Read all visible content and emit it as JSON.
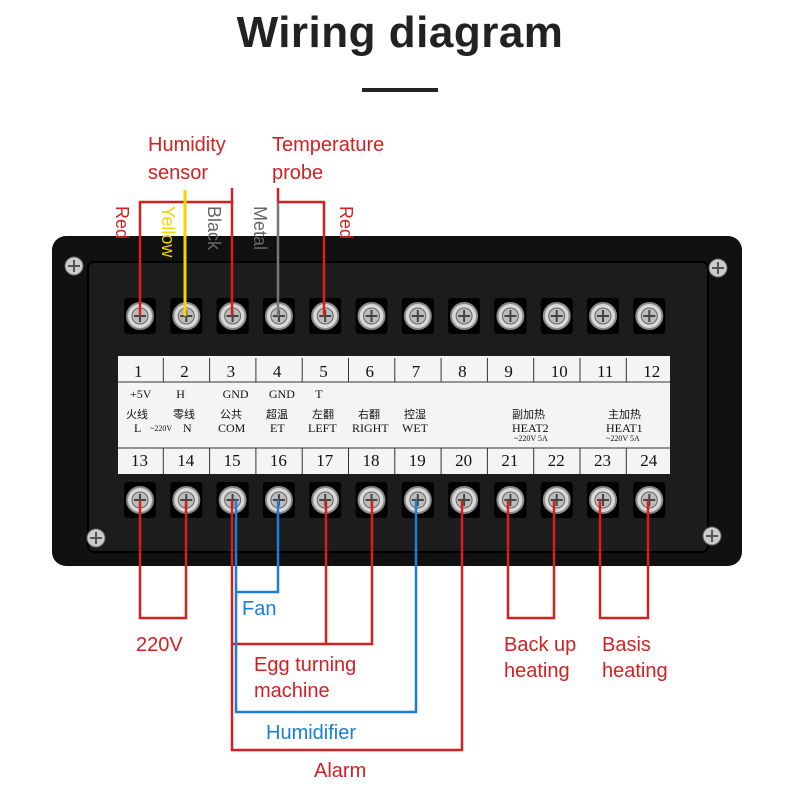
{
  "title": "Wiring diagram",
  "colors": {
    "wire_red": "#d42020",
    "wire_blue": "#1a7fd6",
    "wire_yellow": "#f2d600",
    "wire_gray": "#777777",
    "panel": "#111111"
  },
  "top_labels": {
    "humidity_sensor_line1": "Humidity",
    "humidity_sensor_line2": "sensor",
    "temperature_probe_line1": "Temperature",
    "temperature_probe_line2": "probe"
  },
  "wire_colors_text": {
    "red1": "Red",
    "yellow": "Yellow",
    "black": "Black",
    "metal": "Metal",
    "red2": "Red"
  },
  "top_terminals": [
    {
      "num": "1",
      "sig": "+5V"
    },
    {
      "num": "2",
      "sig": "H"
    },
    {
      "num": "3",
      "sig": "GND"
    },
    {
      "num": "4",
      "sig": "GND"
    },
    {
      "num": "5",
      "sig": "T"
    },
    {
      "num": "6",
      "sig": ""
    },
    {
      "num": "7",
      "sig": ""
    },
    {
      "num": "8",
      "sig": ""
    },
    {
      "num": "9",
      "sig": ""
    },
    {
      "num": "10",
      "sig": ""
    },
    {
      "num": "11",
      "sig": ""
    },
    {
      "num": "12",
      "sig": ""
    }
  ],
  "bottom_terminals": [
    {
      "num": "13"
    },
    {
      "num": "14"
    },
    {
      "num": "15"
    },
    {
      "num": "16"
    },
    {
      "num": "17"
    },
    {
      "num": "18"
    },
    {
      "num": "19"
    },
    {
      "num": "20"
    },
    {
      "num": "21"
    },
    {
      "num": "22"
    },
    {
      "num": "23"
    },
    {
      "num": "24"
    }
  ],
  "bottom_strip_labels": {
    "l_cn": "火线",
    "l_en": "L",
    "n_cn": "零线",
    "n_en": "N",
    "n_note": "~220V",
    "com_cn": "公共",
    "com_en": "COM",
    "et_cn": "超温",
    "et_en": "ET",
    "left_cn": "左翻",
    "left_en": "LEFT",
    "right_cn": "右翻",
    "right_en": "RIGHT",
    "wet_cn": "控湿",
    "wet_en": "WET",
    "heat2_cn": "副加热",
    "heat2_en": "HEAT2",
    "heat2_note": "~220V 5A",
    "heat1_cn": "主加热",
    "heat1_en": "HEAT1",
    "heat1_note": "~220V 5A"
  },
  "bottom_labels": {
    "fan": "Fan",
    "v220": "220V",
    "egg_line1": "Egg turning",
    "egg_line2": "machine",
    "humidifier": "Humidifier",
    "alarm": "Alarm",
    "backup_line1": "Back up",
    "backup_line2": "heating",
    "basis_line1": "Basis",
    "basis_line2": "heating"
  }
}
